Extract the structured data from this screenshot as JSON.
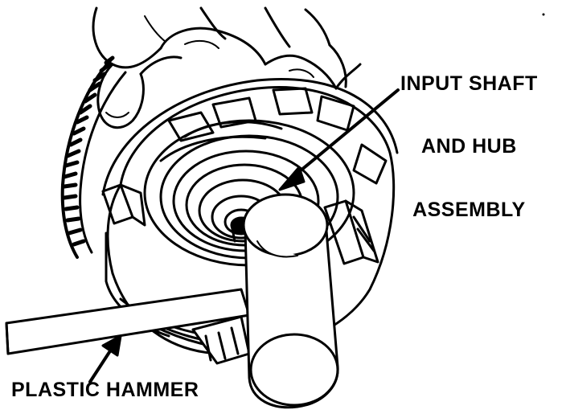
{
  "labels": {
    "input_shaft_line1": "INPUT SHAFT",
    "input_shaft_line2": "AND HUB",
    "input_shaft_line3": "ASSEMBLY",
    "plastic_hammer": "PLASTIC HAMMER"
  },
  "colors": {
    "ink": "#000000",
    "paper": "#ffffff"
  }
}
